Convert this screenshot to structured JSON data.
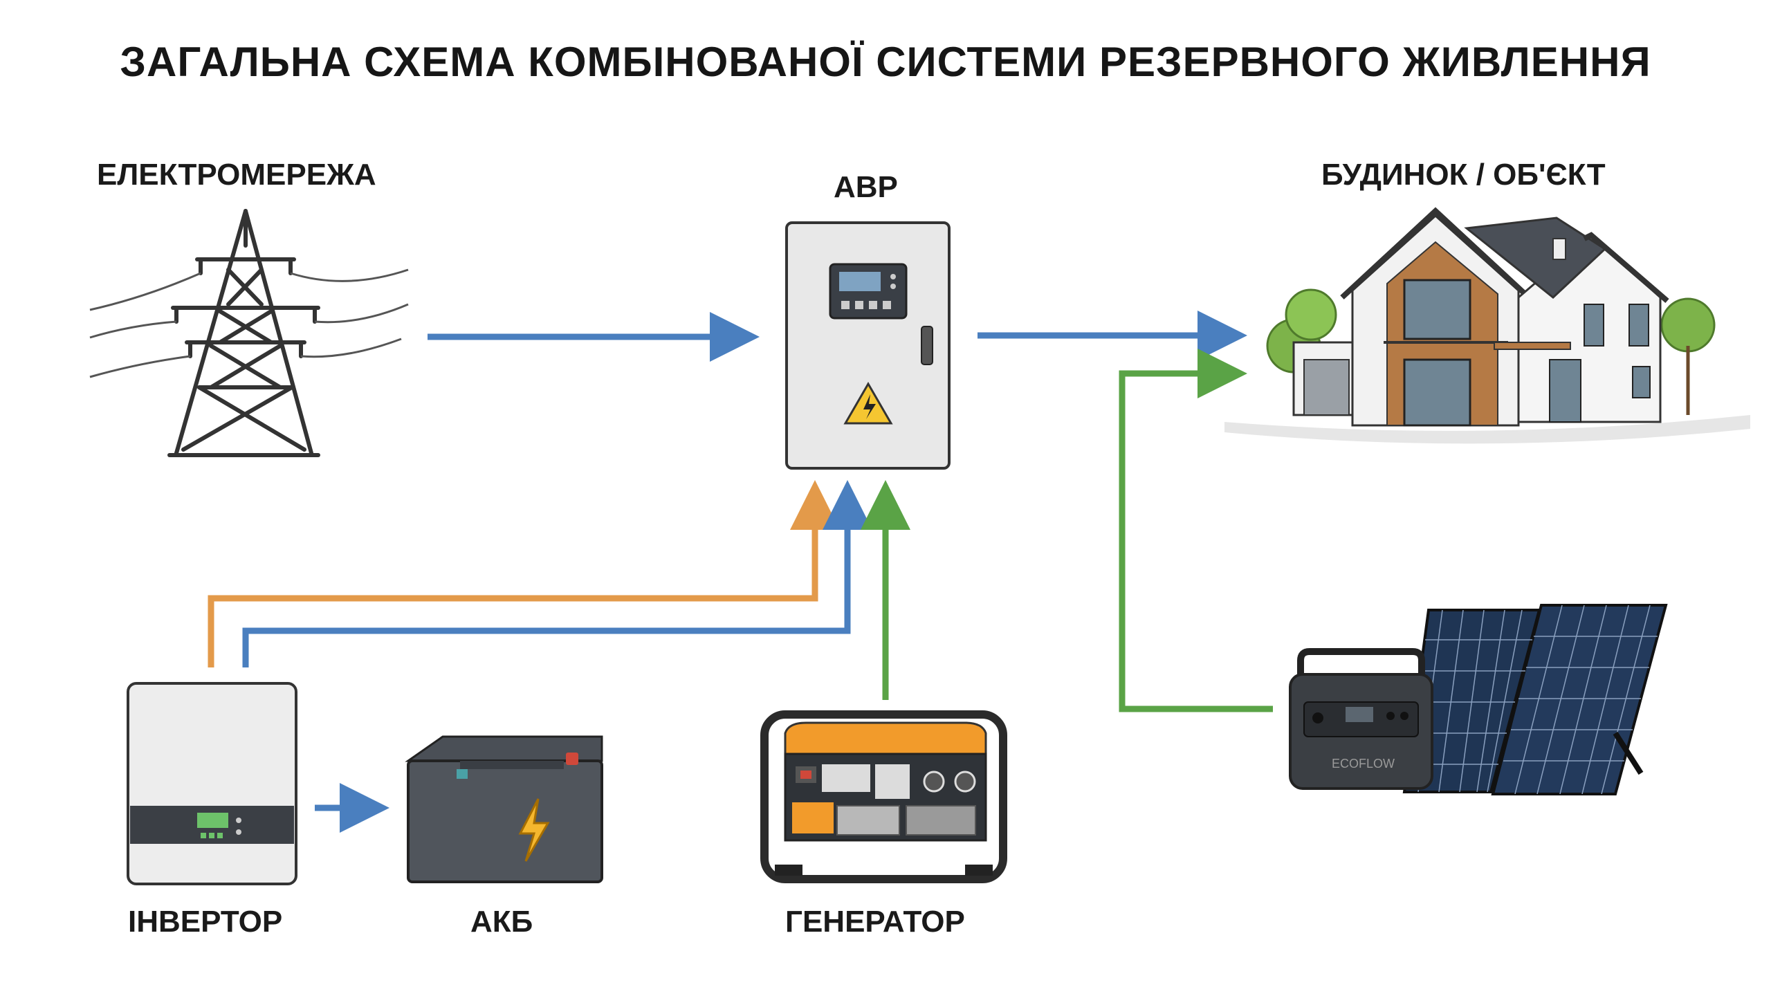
{
  "title": "ЗАГАЛЬНА СХЕМА КОМБІНОВАНОЇ СИСТЕМИ РЕЗЕРВНОГО ЖИВЛЕННЯ",
  "nodes": {
    "grid": "ЕЛЕКТРОМЕРЕЖА",
    "ats": "АВР",
    "house": "БУДИНОК / ОБ'ЄКТ",
    "inverter": "ІНВЕРТОР",
    "battery": "АКБ",
    "generator": "ГЕНЕРАТОР"
  },
  "station_brand": "ECOFLOW",
  "colors": {
    "grid_line": "#4a7fbf",
    "inverter_line": "#e39a4a",
    "generator_line": "#5aa346",
    "station_line": "#5aa346",
    "panel_body": "#e8e8e8",
    "generator_top": "#f29b2b"
  }
}
